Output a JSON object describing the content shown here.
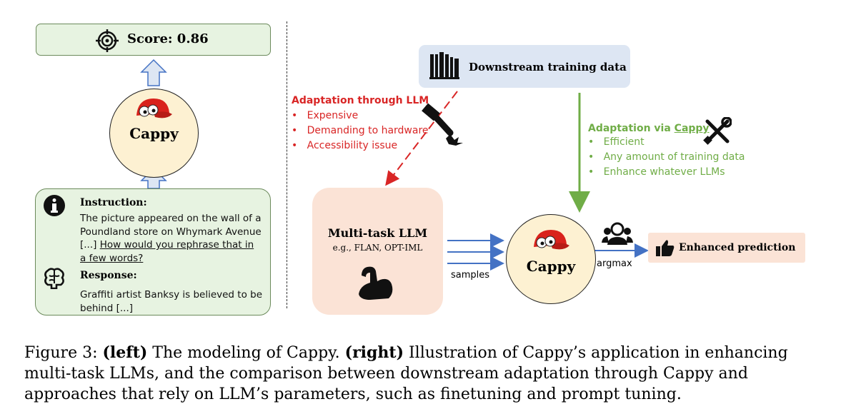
{
  "left": {
    "score_label": "Score: 0.86",
    "cappy_label": "Cappy",
    "instruction_label": "Instruction:",
    "instruction_lines": [
      "The picture appeared on the wall of a",
      "Poundland store on Whymark Avenue",
      "[...] ",
      "How would you rephrase that in",
      "a few words?"
    ],
    "response_label": "Response:",
    "response_lines": [
      "Graffiti artist Banksy is believed to be",
      "behind [...]"
    ]
  },
  "right": {
    "data_label": "Downstream training data",
    "llm_adapt_title": "Adaptation through LLM",
    "llm_adapt_items": [
      "Expensive",
      "Demanding to hardware",
      "Accessibility issue"
    ],
    "cappy_adapt_prefix": "Adaptation via ",
    "cappy_adapt_link": "Cappy",
    "cappy_adapt_items": [
      "Efficient",
      "Any amount of training data",
      "Enhance whatever LLMs"
    ],
    "llm_title": "Multi-task LLM",
    "llm_sub": "e.g., FLAN, OPT-IML",
    "samples_label": "samples",
    "cappy_label": "Cappy",
    "argmax_label": "argmax",
    "prediction_label": "Enhanced prediction"
  },
  "caption": {
    "fig": "Figure 3: ",
    "left_tag": "(left)",
    "left_text": " The modeling of Cappy. ",
    "right_tag": "(right)",
    "right_text": " Illustration of Cappy’s application in enhancing multi-task LLMs, and the comparison between downstream adaptation through Cappy and approaches that rely on LLM’s parameters, such as finetuning and prompt tuning."
  },
  "colors": {
    "green_box": "#e7f3e1",
    "blue_box": "#dde6f3",
    "peach_box": "#fbe3d6",
    "cappy_circle": "#fdf1d2",
    "red_text": "#d92626",
    "green_text": "#70ad47",
    "arrow_blue": "#4472c4",
    "arrow_up": "#dde6f3"
  },
  "icons": [
    "target-icon",
    "cap-icon",
    "info-icon",
    "brain-icon",
    "books-icon",
    "hammer-icon",
    "tools-icon",
    "muscle-icon",
    "people-icon",
    "thumbs-up-icon"
  ]
}
